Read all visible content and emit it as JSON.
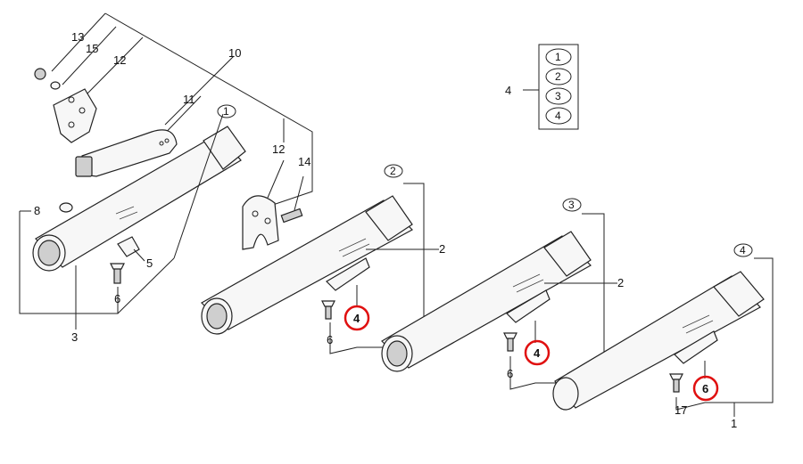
{
  "diagram": {
    "callouts": [
      "13",
      "15",
      "12",
      "10",
      "11",
      "12",
      "14",
      "8",
      "5",
      "6",
      "3",
      "2",
      "4",
      "6",
      "2",
      "4",
      "6",
      "1",
      "4",
      "6",
      "17"
    ],
    "variant_markers": [
      "1",
      "2",
      "3",
      "4"
    ],
    "legend_items": [
      "1",
      "2",
      "3",
      "4"
    ],
    "highlight_color": "#e01010"
  }
}
